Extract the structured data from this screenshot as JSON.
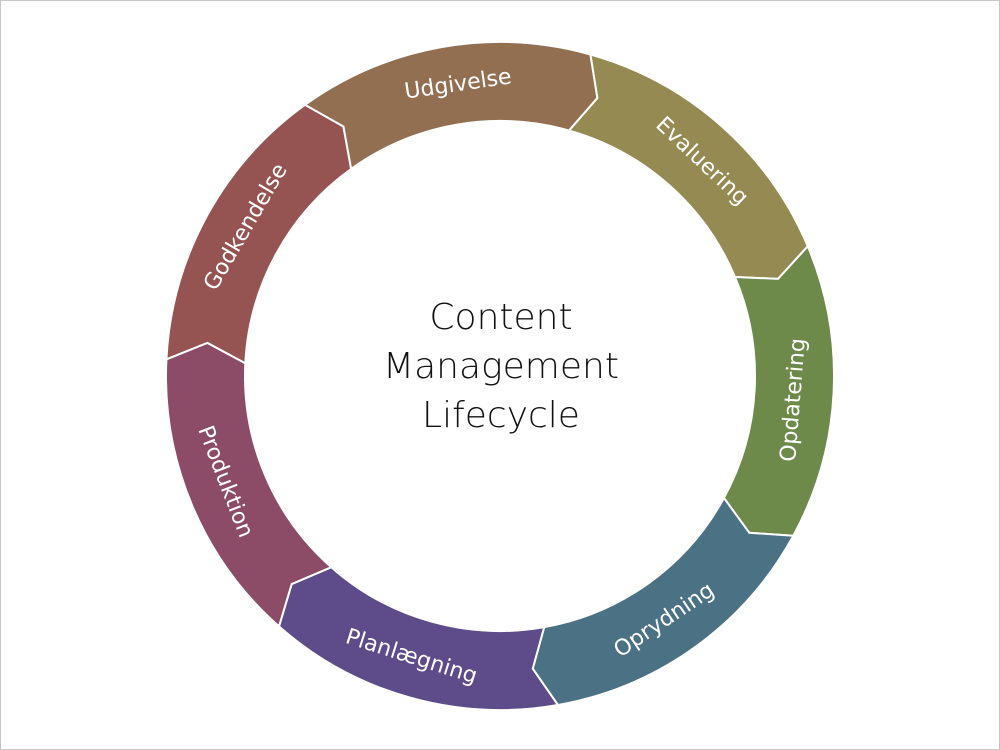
{
  "title": {
    "lines": [
      "Content",
      "Management",
      "Lifecycle"
    ]
  },
  "segments": [
    {
      "label": "Planlægning",
      "color": "#5d4b8a"
    },
    {
      "label": "Produktion",
      "color": "#8c4c68"
    },
    {
      "label": "Godkendelse",
      "color": "#955452"
    },
    {
      "label": "Udgivelse",
      "color": "#936f52"
    },
    {
      "label": "Evaluering",
      "color": "#958a51"
    },
    {
      "label": "Opdatering",
      "color": "#6d8a4b"
    },
    {
      "label": "Oprydning",
      "color": "#4b7185"
    }
  ]
}
